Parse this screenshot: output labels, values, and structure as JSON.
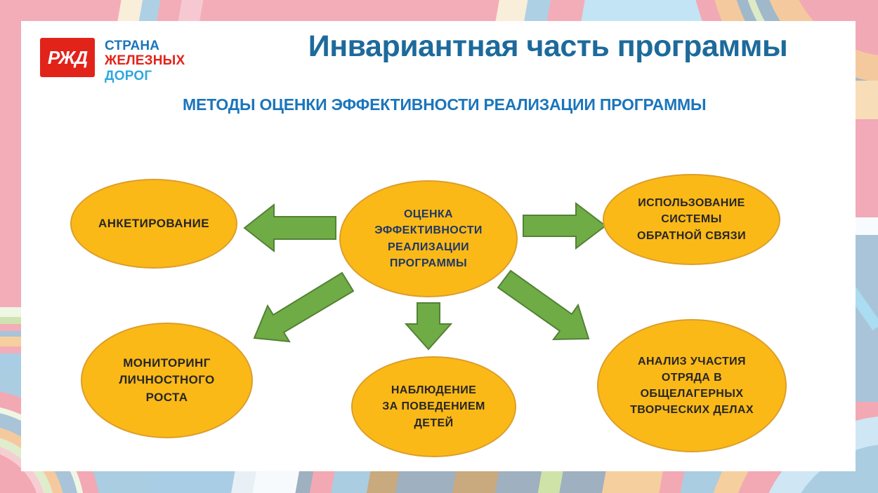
{
  "logo": {
    "mark_text": "РЖД",
    "brand_lines": [
      "СТРАНА",
      "ЖЕЛЕЗНЫХ",
      "ДОРОГ"
    ]
  },
  "title": "Инвариантная часть программы",
  "subtitle": "МЕТОДЫ ОЦЕНКИ ЭФФЕКТИВНОСТИ РЕАЛИЗАЦИИ ПРОГРАММЫ",
  "diagram": {
    "center_label": "ОЦЕНКА\nЭФФЕКТИВНОСТИ\nРЕАЛИЗАЦИИ\nПРОГРАММЫ",
    "nodes": [
      {
        "id": "anketirovanie",
        "label": "АНКЕТИРОВАНИЕ"
      },
      {
        "id": "feedback-system",
        "label": "ИСПОЛЬЗОВАНИЕ\nСИСТЕМЫ\nОБРАТНОЙ СВЯЗИ"
      },
      {
        "id": "monitoring",
        "label": "МОНИТОРИНГ\nЛИЧНОСТНОГО\nРОСТА"
      },
      {
        "id": "observation",
        "label": "НАБЛЮДЕНИЕ\nЗА ПОВЕДЕНИЕМ\nДЕТЕЙ"
      },
      {
        "id": "participation-analysis",
        "label": "АНАЛИЗ УЧАСТИЯ\nОТРЯДА В\nОБЩЕЛАГЕРНЫХ\nТВОРЧЕСКИХ ДЕЛАХ"
      }
    ]
  },
  "colors": {
    "ellipse_fill": "#FBB917",
    "ellipse_border": "#DC9E2B",
    "arrow_fill": "#6FAC46",
    "arrow_border": "#538135",
    "title_color": "#1D6A9B",
    "subtitle_color": "#1B75BC",
    "logo_red": "#E2231A",
    "logo_blue": "#1B75BC",
    "logo_light_blue": "#2EA8E1"
  }
}
